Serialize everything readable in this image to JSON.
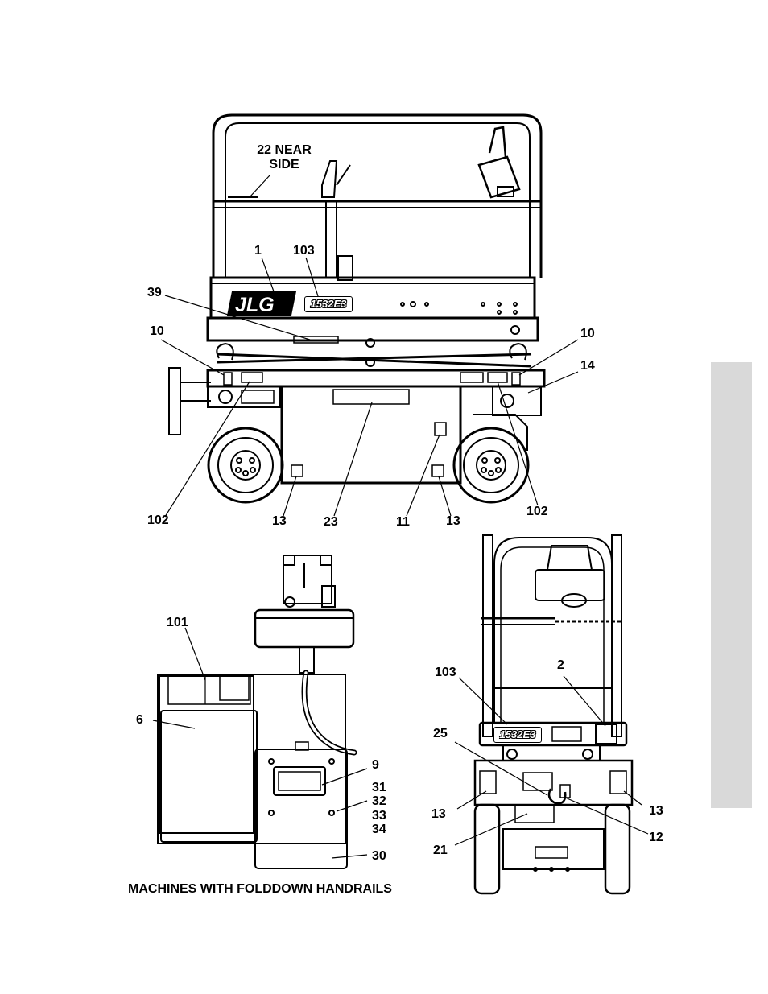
{
  "callouts": {
    "top": {
      "near_side_1": "22 NEAR",
      "near_side_2": "SIDE",
      "c1": "1",
      "c103": "103",
      "c39": "39",
      "c10_left": "10",
      "c10_right": "10",
      "c14": "14",
      "c102_left": "102",
      "c13_a": "13",
      "c23": "23",
      "c11": "11",
      "c13_b": "13",
      "c102_right": "102"
    },
    "bottom_left": {
      "c101": "101",
      "c6": "6",
      "c9": "9",
      "c31": "31",
      "c32": "32",
      "c33": "33",
      "c34": "34",
      "c30": "30"
    },
    "bottom_right": {
      "c103": "103",
      "c2": "2",
      "c25": "25",
      "c13_left": "13",
      "c13_right": "13",
      "c12": "12",
      "c21": "21"
    }
  },
  "caption": "MACHINES WITH FOLDDOWN HANDRAILS",
  "decals": {
    "brand_logo": "JLG",
    "model": "1532E3"
  },
  "colors": {
    "line": "#000000",
    "tab": "#d9d9d9",
    "background": "#ffffff"
  }
}
